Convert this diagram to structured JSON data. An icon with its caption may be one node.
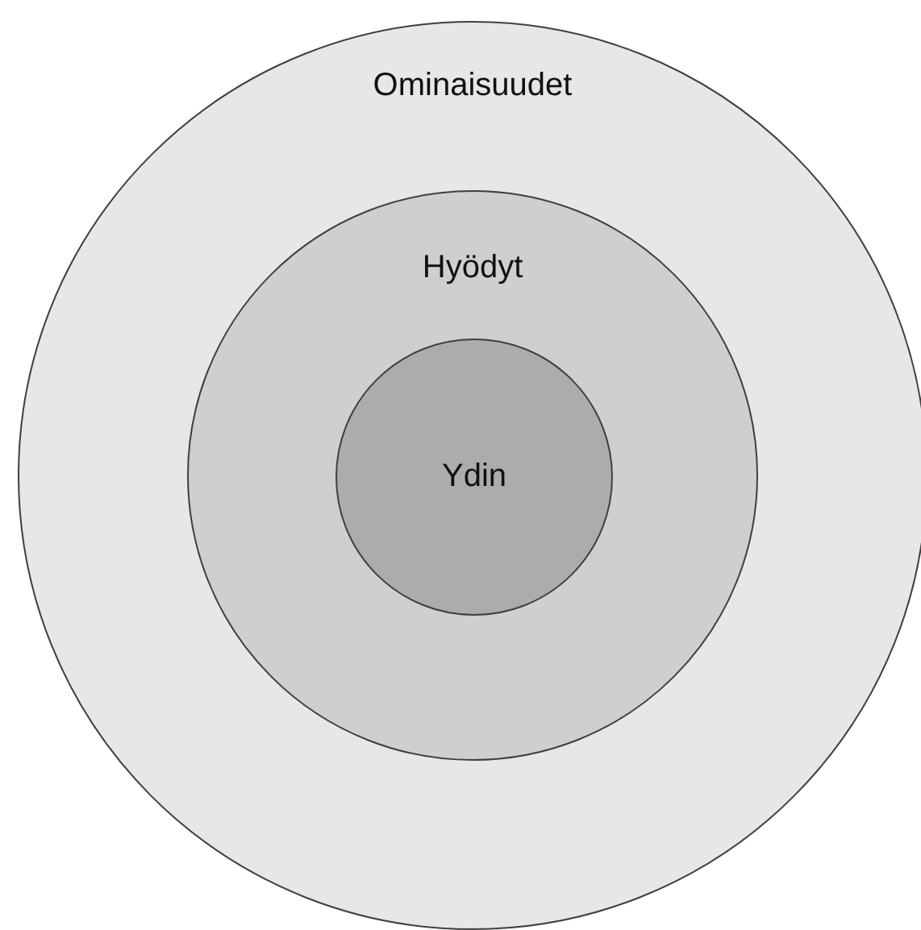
{
  "diagram": {
    "nodes": [
      {
        "text": [
          "Ominaisuudet"
        ]
      },
      {
        "text": [
          "Hyödyt"
        ],
        "in": 0
      },
      {
        "text": [
          "Ydin"
        ],
        "in": 1
      }
    ]
  }
}
